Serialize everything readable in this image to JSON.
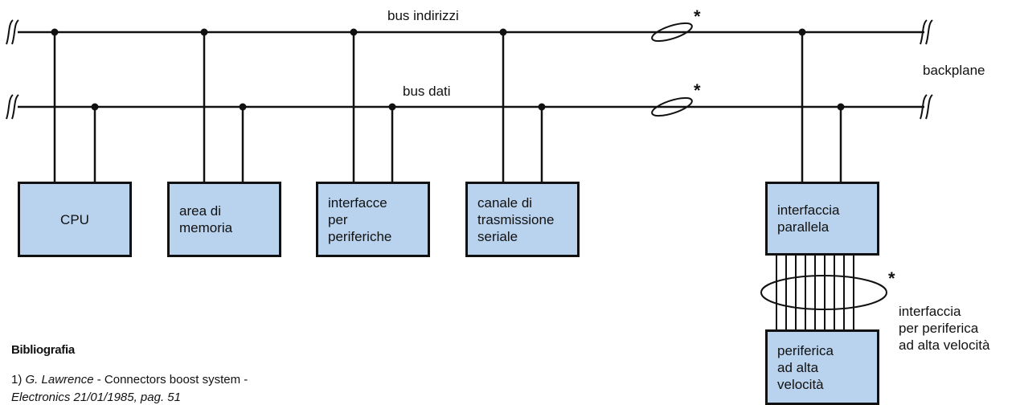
{
  "buses": {
    "address_label": "bus indirizzi",
    "data_label": "bus dati",
    "backplane_label": "backplane",
    "marker": "*"
  },
  "boxes": {
    "cpu": "CPU",
    "memory": "area di\nmemoria",
    "peripheral_interfaces": "interfacce\nper\nperiferiche",
    "serial_channel": "canale di\ntrasmissione\nseriale",
    "parallel_interface": "interfaccia\nparallela",
    "high_speed_peripheral": "periferica\nad alta\nvelocità"
  },
  "side_note": "interfaccia\nper periferica\nad alta velocità",
  "bibliography": {
    "title": "Bibliografia",
    "entry_number": "1)",
    "entry_author": "G. Lawrence",
    "entry_text": " - Connectors boost system -",
    "entry_source": "Electronics 21/01/1985, pag. 51"
  },
  "colors": {
    "box_fill": "#b9d3ee",
    "line": "#111111"
  }
}
